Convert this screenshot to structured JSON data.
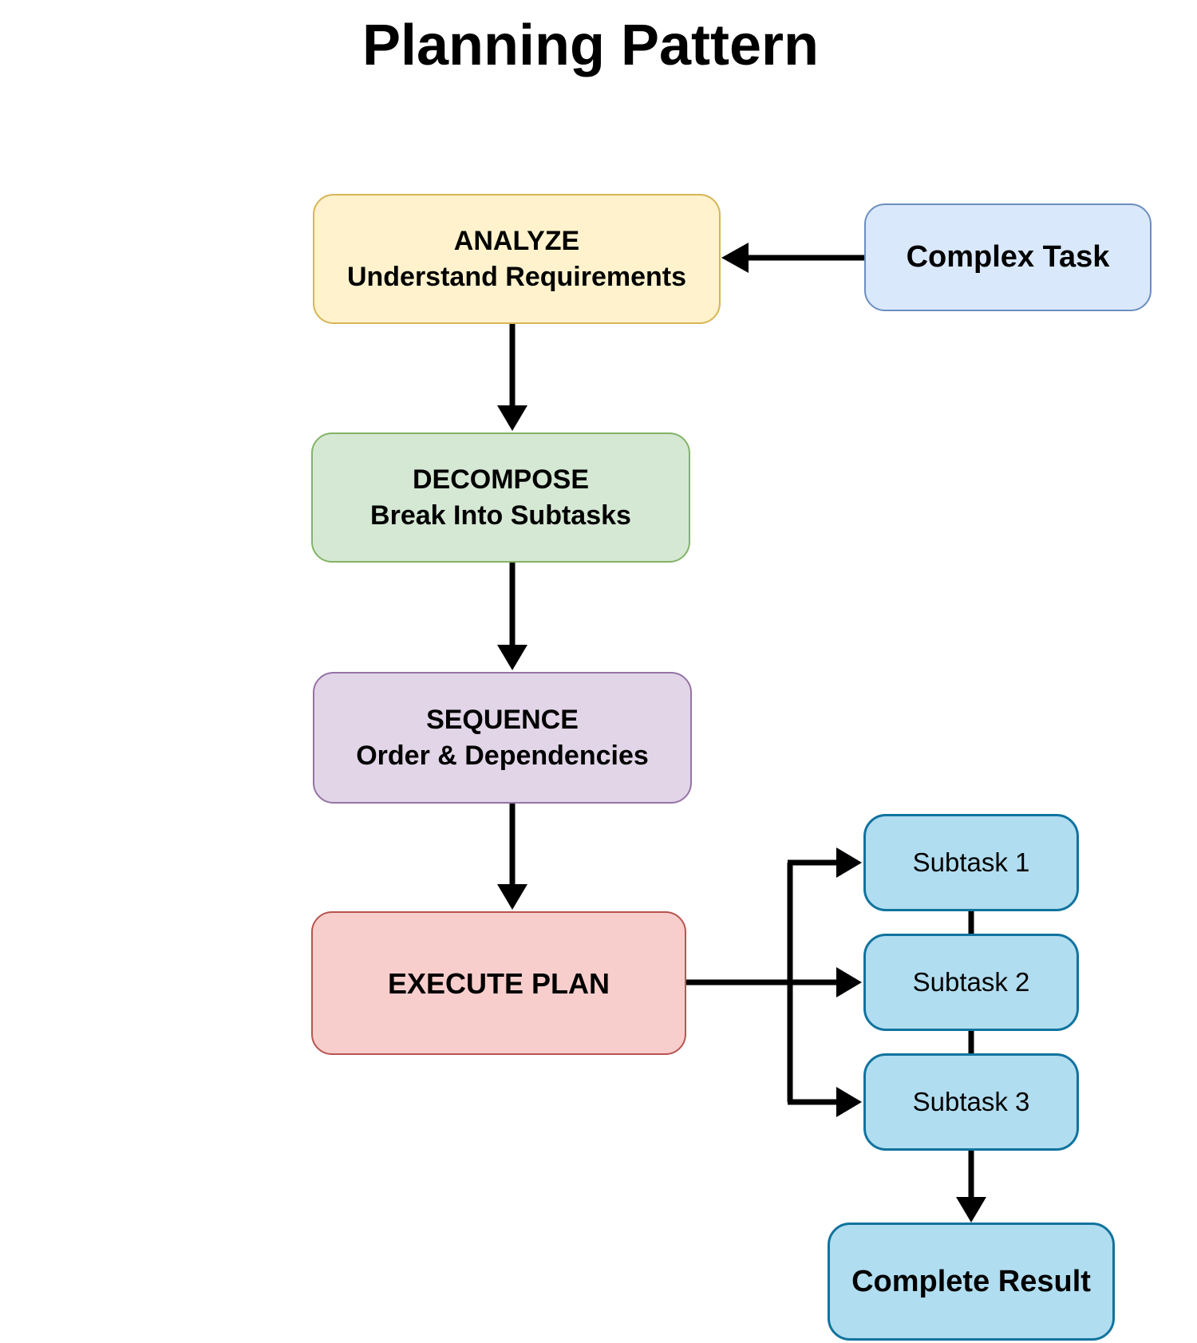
{
  "title": "Planning Pattern",
  "colors": {
    "background": "#FFFFFF",
    "arrow": "#000000",
    "text": "#000000"
  },
  "nodes": {
    "analyze": {
      "label": "ANALYZE",
      "sublabel": "Understand Requirements",
      "fill": "#FFF2CC",
      "stroke": "#D6B656"
    },
    "complex_task": {
      "label": "Complex Task",
      "fill": "#DAE8FC",
      "stroke": "#6C8EBF"
    },
    "decompose": {
      "label": "DECOMPOSE",
      "sublabel": "Break Into Subtasks",
      "fill": "#D5E8D4",
      "stroke": "#82B366"
    },
    "sequence": {
      "label": "SEQUENCE",
      "sublabel": "Order & Dependencies",
      "fill": "#E1D5E7",
      "stroke": "#9673A6"
    },
    "execute_plan": {
      "label": "EXECUTE PLAN",
      "fill": "#F8CECC",
      "stroke": "#B85450"
    },
    "subtask1": {
      "label": "Subtask 1",
      "fill": "#B1DDF0",
      "stroke": "#10739E"
    },
    "subtask2": {
      "label": "Subtask 2",
      "fill": "#B1DDF0",
      "stroke": "#10739E"
    },
    "subtask3": {
      "label": "Subtask 3",
      "fill": "#B1DDF0",
      "stroke": "#10739E"
    },
    "complete_result": {
      "label": "Complete Result",
      "fill": "#B1DDF0",
      "stroke": "#10739E"
    }
  }
}
